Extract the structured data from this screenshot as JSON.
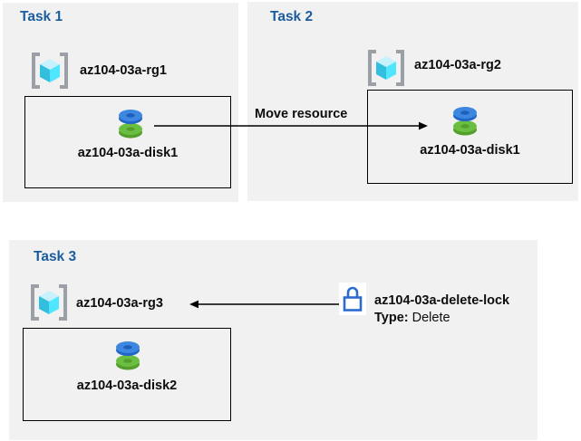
{
  "colors": {
    "background": "#ffffff",
    "panel_background": "#f1f1f1",
    "task_heading_blue": "#1b5c9f",
    "label_text": "#0d0d0d",
    "box_border": "#000000",
    "arrow": "#000000",
    "lock_blue": "#2b6bd0",
    "rg_bracket_gray": "#9aa0a5",
    "rg_cube_top": "#c7f2fd",
    "rg_cube_left": "#32bedd",
    "rg_cube_right": "#50e6ff",
    "disk_blue_top": "#3d87e0",
    "disk_blue_side": "#2066c6",
    "disk_green_top": "#6abf42",
    "disk_green_side": "#549e2b"
  },
  "tasks": [
    {
      "title": "Task 1",
      "resource_group": {
        "icon": "resource-group-icon",
        "name": "az104-03a-rg1"
      },
      "resource": {
        "icon": "disk-icon",
        "name": "az104-03a-disk1"
      }
    },
    {
      "title": "Task 2",
      "resource_group": {
        "icon": "resource-group-icon",
        "name": "az104-03a-rg2"
      },
      "resource": {
        "icon": "disk-icon",
        "name": "az104-03a-disk1"
      }
    },
    {
      "title": "Task 3",
      "resource_group": {
        "icon": "resource-group-icon",
        "name": "az104-03a-rg3"
      },
      "resource": {
        "icon": "disk-icon",
        "name": "az104-03a-disk2"
      }
    }
  ],
  "move_arrow": {
    "label": "Move resource"
  },
  "delete_lock": {
    "icon": "lock-icon",
    "name": "az104-03a-delete-lock",
    "type_label": "Type:",
    "type_value": "Delete"
  }
}
